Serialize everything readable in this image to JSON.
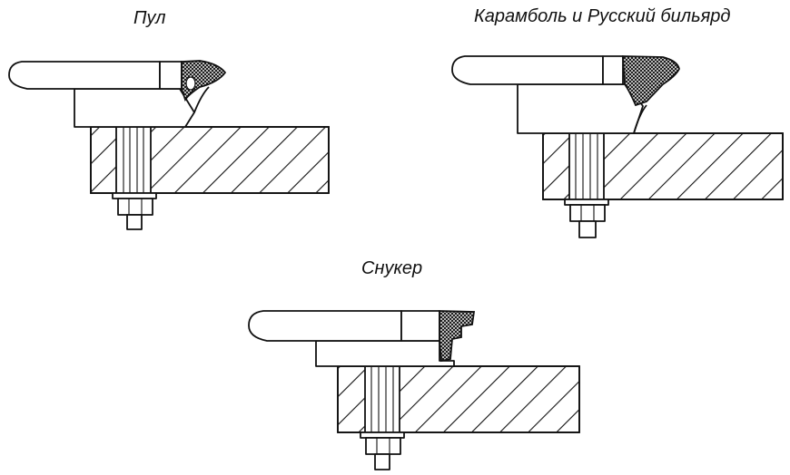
{
  "diagrams": {
    "pool": {
      "caption": "Пул"
    },
    "carom": {
      "caption": "Карамболь и Русский бильярд"
    },
    "snooker": {
      "caption": "Снукер"
    }
  },
  "colors": {
    "line": "#111111",
    "background": "#ffffff",
    "rubber_hatch": "#111111"
  }
}
